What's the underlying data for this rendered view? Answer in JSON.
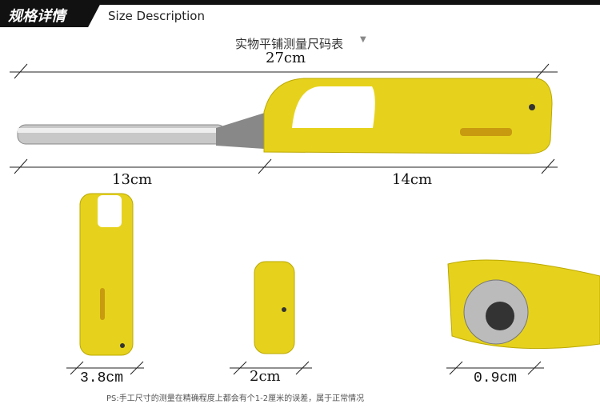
{
  "header": {
    "tag": "规格详情",
    "title": "Size  Description"
  },
  "subtitle": "实物平铺测量尺码表",
  "dimensions": {
    "total": "27cm",
    "left": "13cm",
    "right": "14cm",
    "width": "3.8cm",
    "thickness": "2cm",
    "nozzle": "0.9cm"
  },
  "note": "PS:手工尺寸的测量在精确程度上都会有个1-2厘米的误差，属于正常情况",
  "colors": {
    "product": "#e6d21c",
    "grip": "#8a8a8a",
    "header": "#111111"
  }
}
